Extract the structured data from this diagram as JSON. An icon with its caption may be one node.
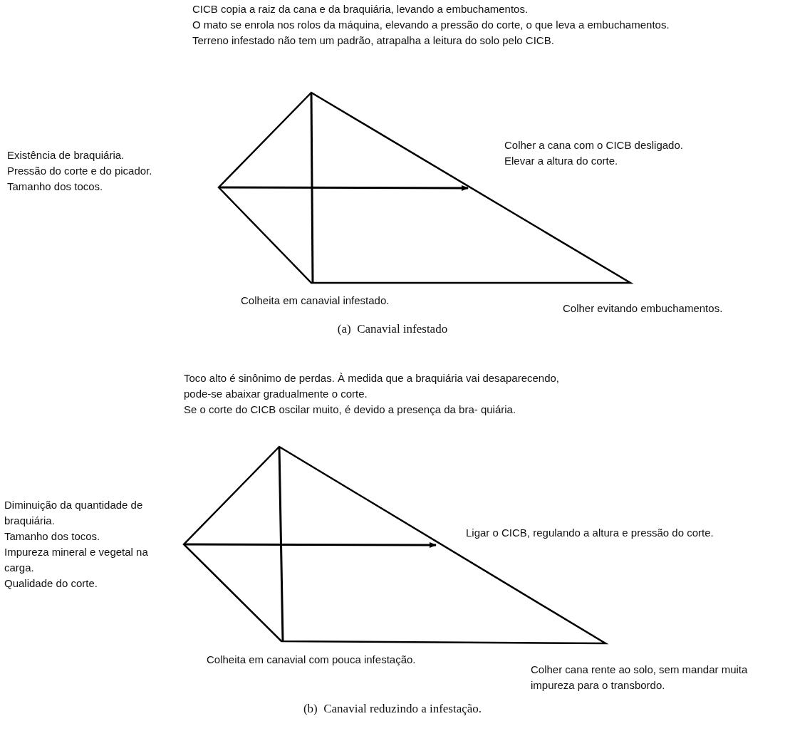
{
  "diagram": {
    "labels": [
      "CICB copia a raiz da cana e da braquiária, levando a embuchamentos.",
      "O mato se enrola nos rolos da máquina, elevando a pressão do corte, o que leva a embuchamentos.",
      "Terreno infestado não tem um padrão, atrapalha a leitura do solo pelo CICB.",
      "Existência de braquiária.",
      "Pressão do corte e do picador.",
      "Tamanho dos tocos.",
      "Colher a cana com o CICB desligado.",
      "Elevar a altura do corte.",
      "Colheita em canavial infestado.",
      "Colher evitando embuchamentos.",
      "(a)  Canavial infestado",
      "Toco alto é sinônimo de perdas.  À medida que a braquiária vai desaparecendo, pode-se abaixar gradualmente o corte.",
      "Se o corte do CICB oscilar muito, é devido a presença da bra- quiária.",
      "Diminuição da quantidade de braquiária.",
      "Tamanho dos tocos.",
      "Impureza mineral e vegetal na carga.",
      "Qualidade do corte.",
      "Ligar o CICB, regulando a altura e pressão do corte.",
      "Colheita em canavial com pouca infestação.",
      "Colher cana rente ao solo, sem mandar muita impureza para o transbordo.",
      "(b)  Canavial reduzindo a infestação."
    ]
  }
}
